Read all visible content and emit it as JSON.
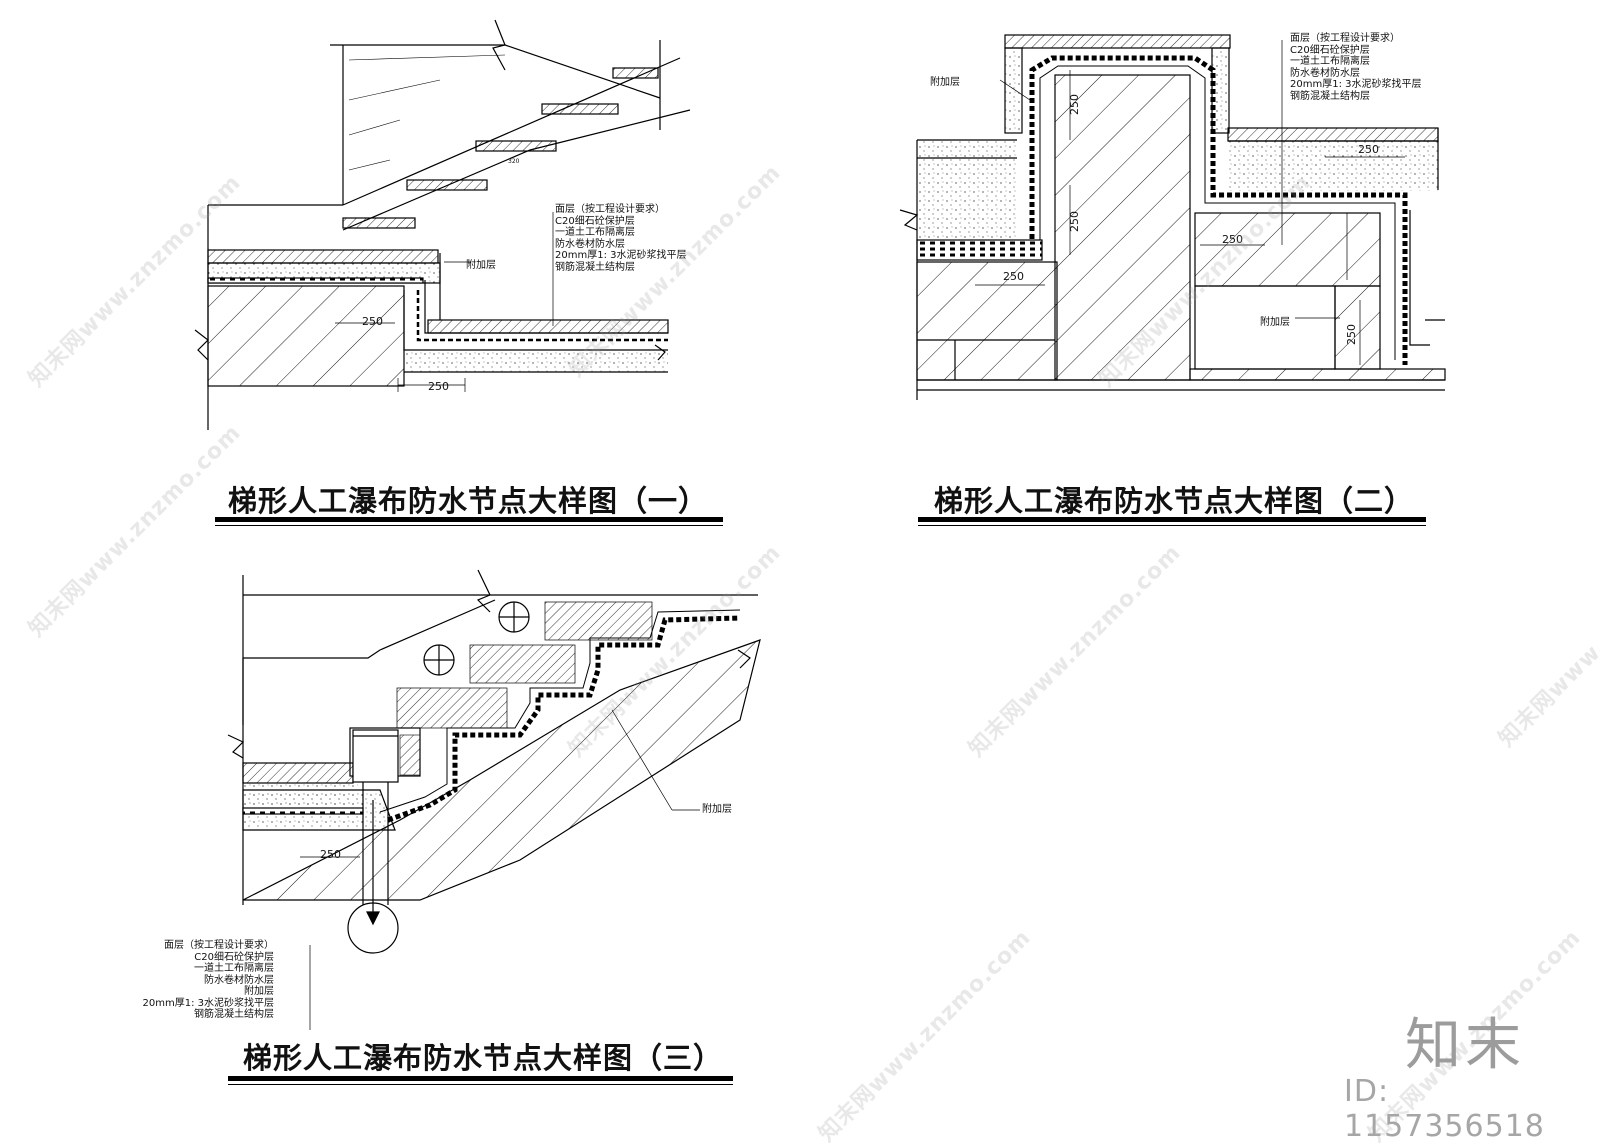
{
  "details": [
    {
      "title": "梯形人工瀑布防水节点大样图（一）",
      "layers": [
        "面层（按工程设计要求）",
        "C20细石砼保护层",
        "一道土工布隔离层",
        "防水卷材防水层",
        "20mm厚1: 3水泥砂浆找平层",
        "钢筋混凝土结构层"
      ],
      "extra_layer_label": "附加层",
      "dimensions": [
        "250",
        "250"
      ],
      "small_label": "320"
    },
    {
      "title": "梯形人工瀑布防水节点大样图（二）",
      "layers": [
        "面层（按工程设计要求）",
        "C20细石砼保护层",
        "一道土工布隔离层",
        "防水卷材防水层",
        "20mm厚1: 3水泥砂浆找平层",
        "钢筋混凝土结构层"
      ],
      "extra_layer_label": "附加层",
      "dimensions": [
        "250",
        "250",
        "250",
        "250",
        "250",
        "250"
      ]
    },
    {
      "title": "梯形人工瀑布防水节点大样图（三）",
      "layers": [
        "面层（按工程设计要求）",
        "C20细石砼保护层",
        "一道土工布隔离层",
        "防水卷材防水层",
        "附加层",
        "20mm厚1: 3水泥砂浆找平层",
        "钢筋混凝土结构层"
      ],
      "extra_layer_label": "附加层",
      "dimensions": [
        "250"
      ]
    }
  ],
  "watermark": {
    "text": "知末网www.znzmo.com",
    "logo": "知末",
    "id": "ID: 1157356518"
  }
}
